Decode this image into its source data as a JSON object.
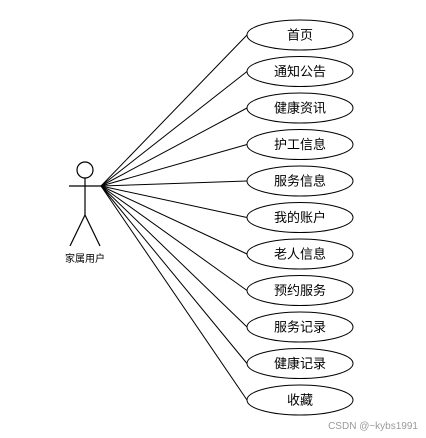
{
  "actor": {
    "name": "家属用户"
  },
  "use_cases": [
    {
      "label": "首页"
    },
    {
      "label": "通知公告"
    },
    {
      "label": "健康资讯"
    },
    {
      "label": "护工信息"
    },
    {
      "label": "服务信息"
    },
    {
      "label": "我的账户"
    },
    {
      "label": "老人信息"
    },
    {
      "label": "预约服务"
    },
    {
      "label": "服务记录"
    },
    {
      "label": "健康记录"
    },
    {
      "label": "收藏"
    }
  ],
  "colors": {
    "stroke": "#000000",
    "background": "#ffffff",
    "watermark": "#9a9a9a"
  },
  "watermark": "CSDN @~kybs1991"
}
